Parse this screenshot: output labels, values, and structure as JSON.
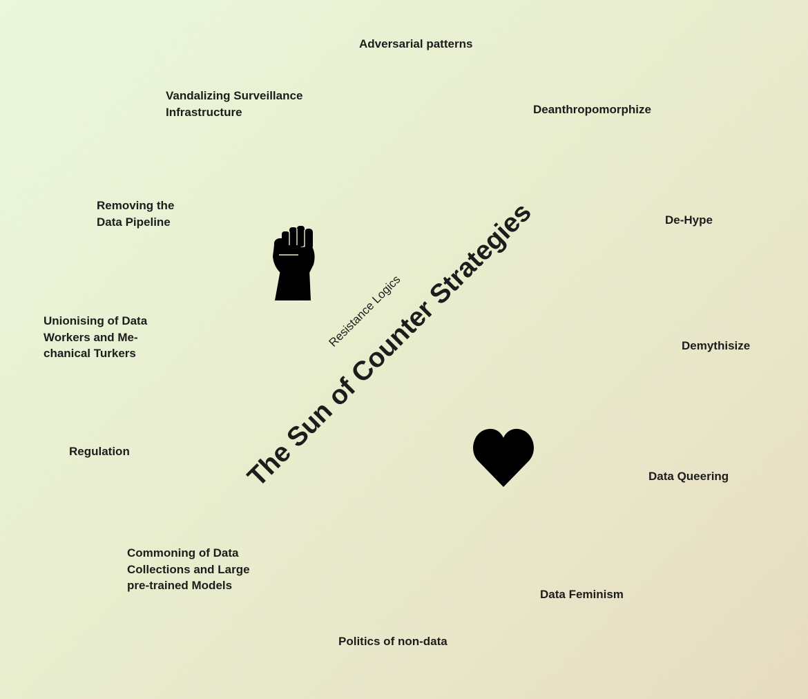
{
  "diagram": {
    "subtitle": "Resistance Logics",
    "title": "The Sun of Counter Strategies",
    "strategies": {
      "adversarial_patterns": [
        "Adversarial patterns"
      ],
      "vandalizing": [
        "Vandalizing Surveillance",
        "Infrastructure"
      ],
      "deanthropomorphize": [
        "Deanthropomorphize"
      ],
      "removing_pipeline": [
        "Removing the",
        "Data Pipeline"
      ],
      "de_hype": [
        "De-Hype"
      ],
      "unionising": [
        "Unionising of Data",
        "Workers and Me-",
        "chanical Turkers"
      ],
      "demythisize": [
        "Demythisize"
      ],
      "regulation": [
        "Regulation"
      ],
      "data_queering": [
        "Data Queering"
      ],
      "commoning": [
        "Commoning of Data",
        "Collections and Large",
        "pre-trained Models"
      ],
      "data_feminism": [
        "Data Feminism"
      ],
      "politics_non_data": [
        "Politics of non-data"
      ]
    },
    "icons": {
      "fist": "raised-fist-icon",
      "heart": "heart-icon"
    },
    "colors": {
      "text": "#1c1c1c",
      "icon": "#000000"
    }
  }
}
